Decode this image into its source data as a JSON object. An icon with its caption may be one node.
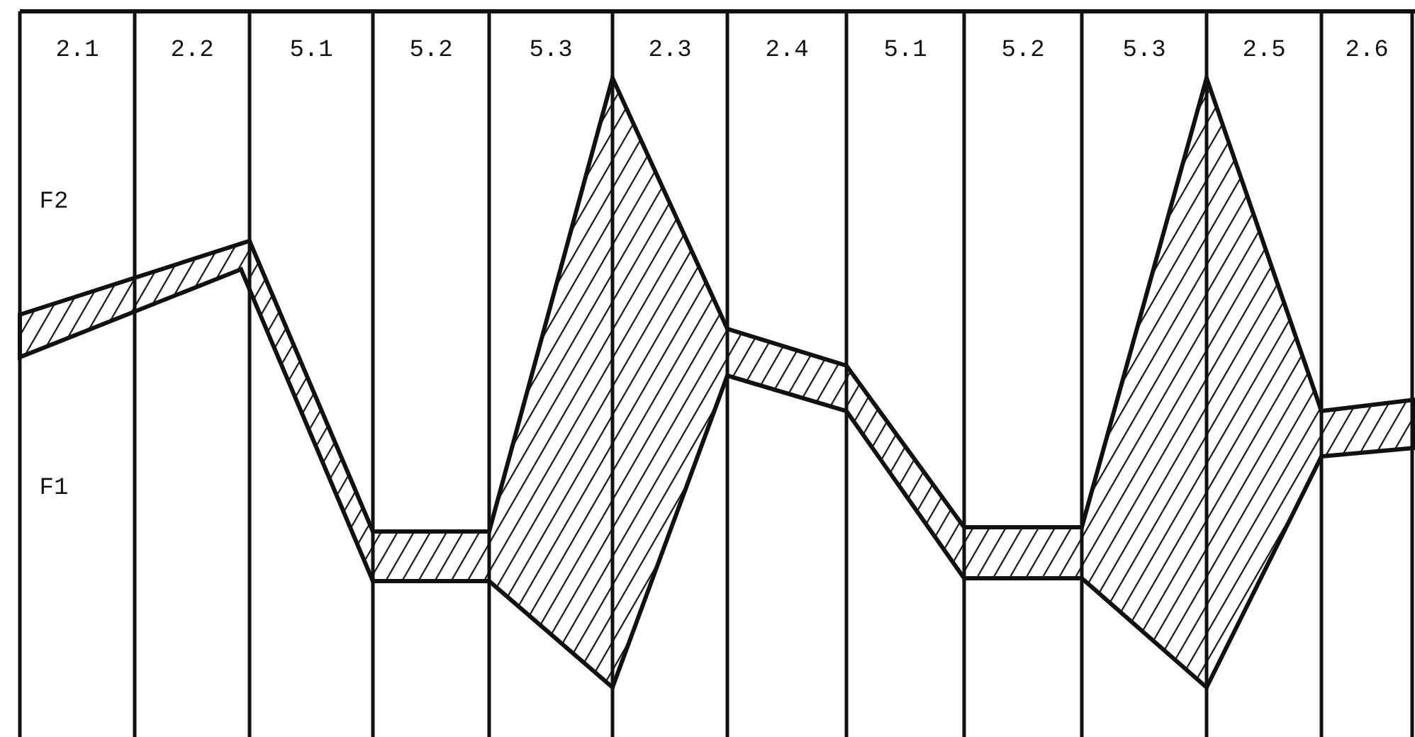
{
  "diagram": {
    "labels": [
      "2.1",
      "2.2",
      "5.1",
      "5.2",
      "5.3",
      "2.3",
      "2.4",
      "5.1",
      "5.2",
      "5.3",
      "2.5",
      "2.6",
      "F2",
      "F1"
    ]
  }
}
